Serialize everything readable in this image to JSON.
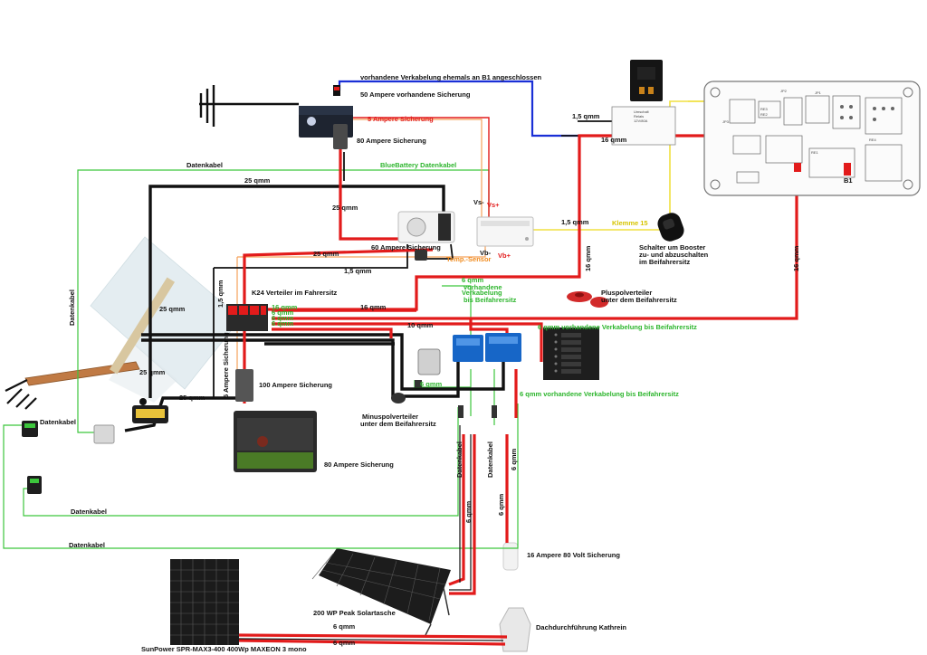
{
  "colors": {
    "red": "#e21b1b",
    "black": "#111111",
    "green": "#3cc63c",
    "blue": "#1a2fd6",
    "yellow": "#f0e040",
    "orange": "#f5a25a",
    "copper": "#b86b3a"
  },
  "labels": {
    "vorhandene_b1": "vorhandene Verkabelung ehemals an B1 angeschlossen",
    "fuse_50": "50 Ampere vorhandene Sicherung",
    "fuse_5a": "5 Ampere Sicherung",
    "fuse_80a_top": "80 Ampere Sicherung",
    "datenkabel_top": "Datenkabel",
    "bluebattery": "BlueBattery Datenkabel",
    "qmm25_top": "25 qmm",
    "qmm25_vert": "25 qmm",
    "qmm15_relay": "1,5 qmm",
    "qmm16_relay": "16 qmm",
    "vs_minus": "Vs-",
    "vs_plus": "Vs+",
    "qmm15_k15": "1,5 qmm",
    "klemme15": "Klemme 15",
    "vb_minus": "Vb-",
    "vb_plus": "Vb+",
    "temp_sensor": "Temp.-Sensor",
    "fuse_60": "60 Ampere Sicherung",
    "qmm25_mid": "25 qmm",
    "qmm15_mid": "1,5 qmm",
    "qmm16_vert1": "16 qmm",
    "qmm16_vert2": "16 qmm",
    "schalter": "Schalter um Booster",
    "schalter2": "zu- und abzuschalten",
    "schalter3": "im Beifahrersitz",
    "qmm15_left": "1,5 qmm",
    "k24": "K24 Verteiler im Fahrersitz",
    "qmm16_k24": "16 qmm",
    "qmm6_green": "6 qmm",
    "qmm6_green_b": "vorhandene",
    "verkabelung": "Verkabelung",
    "bis_beifahrer": "bis Beifahrersitz",
    "pluspol": "Pluspolverteiler",
    "pluspol2": "unter dem Beifahrersitz",
    "qmm6_vorh_r": "6 qmm vorhandene Verkabelung bis Beifahrersitz",
    "qmm10": "10 qmm",
    "qmm25_batt": "25 qmm",
    "datenkabel_left": "Datenkabel",
    "qmm25_bottom": "25 qmm",
    "fuse_100": "100 Ampere Sicherung",
    "fuse_5_vert": "5 Ampere Sicherung",
    "qmm6_short": "6 qmm",
    "qmm6_vorh_b": "6 qmm vorhandene Verkabelung bis Beifahrersitz",
    "minuspol": "Minuspolverteiler",
    "minuspol2": "unter dem Beifahrersitz",
    "datenkabel_dev": "Datenkabel",
    "fuse_80_batt": "80 Ampere Sicherung",
    "datenkabel_v1": "Datenkabel",
    "datenkabel_v2": "Datenkabel",
    "qmm6_v": "6 qmm",
    "datenkabel_low": "Datenkabel",
    "qmm6_v1": "6 qmm",
    "qmm6_v2": "6 qmm",
    "datenkabel_bottom": "Datenkabel",
    "fuse_16_80v": "16 Ampere 80 Volt Sicherung",
    "solartasche": "200 WP Peak Solartasche",
    "dachdurch": "Dachdurchführung Kathrein",
    "qmm6_panel1": "6 qmm",
    "qmm6_panel2": "6 qmm",
    "sunpower": "SunPower SPR-MAX3-400 400Wp MAXEON 3 mono",
    "b1": "B1",
    "k24_rows": [
      "16 qmm",
      "6 qmm",
      "6 qmm",
      "6 qmm"
    ],
    "pcb_labels": [
      "RE3",
      "RE2",
      "RE1",
      "RE4",
      "JP2",
      "JP1",
      "JP3"
    ]
  }
}
